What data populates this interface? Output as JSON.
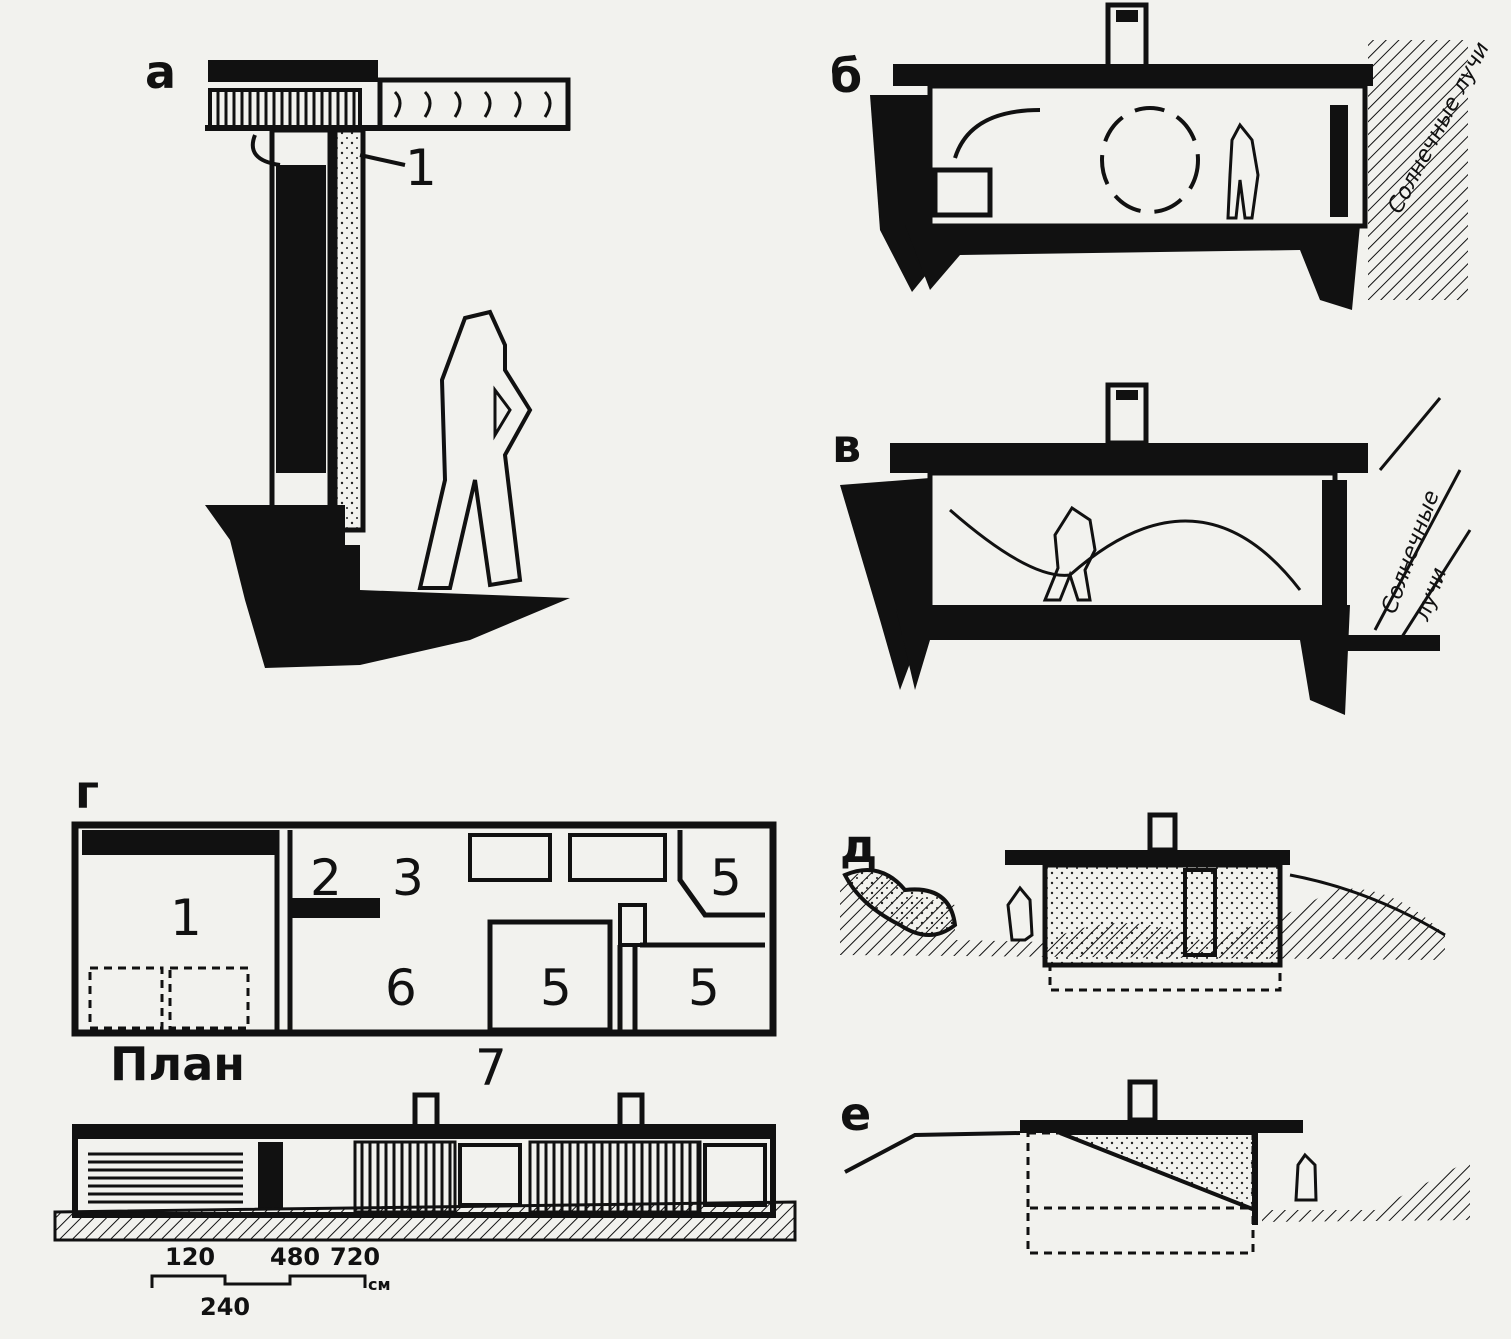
{
  "panels": {
    "a": {
      "label": "а",
      "callout": "1"
    },
    "b": {
      "label": "б",
      "sun_text": "Солнечные лучи"
    },
    "v": {
      "label": "в",
      "sun_text_1": "Солнечные",
      "sun_text_2": "лучи"
    },
    "g": {
      "label": "г",
      "plan_title": "План",
      "rooms": [
        "1",
        "2",
        "3",
        "5",
        "5",
        "5",
        "6",
        "7"
      ]
    },
    "d": {
      "label": "д"
    },
    "e": {
      "label": "е"
    }
  },
  "scale": {
    "ticks": [
      "120",
      "480",
      "720"
    ],
    "sub": "240",
    "unit": "см"
  },
  "colors": {
    "ink": "#111111",
    "paper": "#f2f2ee"
  }
}
